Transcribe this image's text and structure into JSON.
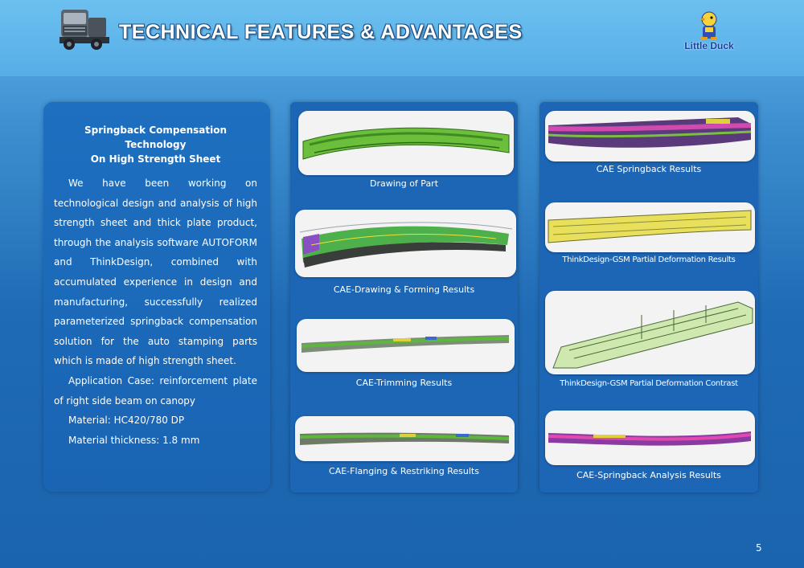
{
  "header": {
    "title": "TECHNICAL FEATURES & ADVANTAGES",
    "logo_text": "Little Duck",
    "icons": [
      "truck-icon",
      "duck-logo-icon"
    ]
  },
  "text_panel": {
    "title_line1": "Springback Compensation Technology",
    "title_line2": "On High Strength Sheet",
    "paragraph1": "We have been working on technological design and analysis of high strength sheet and thick plate product, through the analysis software AUTOFORM and ThinkDesign, combined with accumulated experience in design and manufacturing, successfully realized parameterized springback compensation solution for the auto stamping parts which is made of high strength sheet.",
    "paragraph2": "Application Case: reinforcement plate of right side beam on canopy",
    "material": "Material: HC420/780 DP",
    "thickness": "Material thickness: 1.8 mm"
  },
  "middle_column": {
    "captions": [
      "Drawing of Part",
      "CAE-Drawing & Forming Results",
      "CAE-Trimming Results",
      "CAE-Flanging & Restriking Results"
    ]
  },
  "right_column": {
    "captions": [
      "CAE Springback Results",
      "ThinkDesign-GSM Partial Deformation Results",
      "ThinkDesign-GSM Partial Deformation Contrast",
      "CAE-Springback Analysis Results"
    ]
  },
  "page_number": "5",
  "colors": {
    "background": "#1f6bb5",
    "panel": "#1c66b5",
    "header": "#5fb2e8",
    "logo": "#1a3fa8"
  }
}
